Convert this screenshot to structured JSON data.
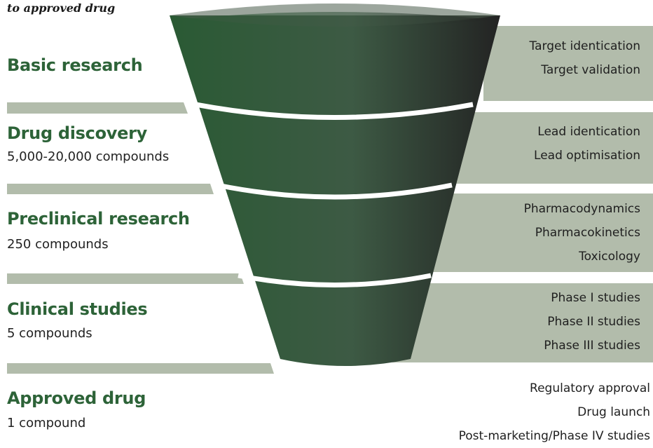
{
  "caption": "to approved drug",
  "stages": [
    {
      "title": "Basic research",
      "subtitle": "",
      "activities": [
        "Target identication",
        "Target validation"
      ]
    },
    {
      "title": "Drug discovery",
      "subtitle": "5,000-20,000 compounds",
      "activities": [
        "Lead identication",
        "Lead optimisation"
      ]
    },
    {
      "title": "Preclinical research",
      "subtitle": "250 compounds",
      "activities": [
        "Pharmacodynamics",
        "Pharmacokinetics",
        "Toxicology"
      ]
    },
    {
      "title": "Clinical studies",
      "subtitle": "5 compounds",
      "activities": [
        "Phase I studies",
        "Phase II studies",
        "Phase III studies"
      ]
    },
    {
      "title": "Approved drug",
      "subtitle": "1 compound",
      "activities": [
        "Regulatory approval",
        "Drug launch",
        "Post-marketing/Phase IV studies"
      ]
    }
  ],
  "colors": {
    "funnel_left": "#2a5a34",
    "funnel_right": "#232323",
    "panel": "#b2bcab",
    "title": "#2d6338"
  }
}
